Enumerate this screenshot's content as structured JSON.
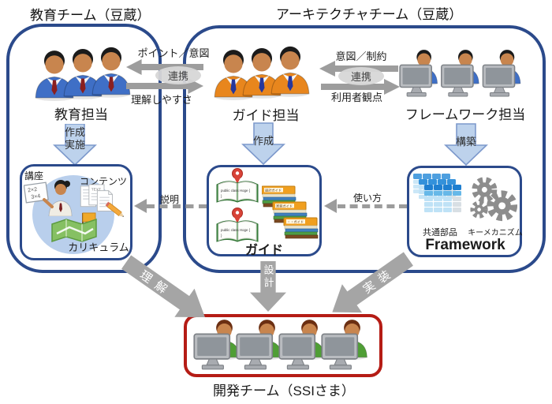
{
  "education_team": {
    "title": "教育チーム（豆蔵）",
    "role_label": "教育担当",
    "down_arrow": {
      "line1": "作成",
      "line2": "実施"
    },
    "content_box": {
      "lecture_label": "講座",
      "contents_label": "コンテンツ",
      "curriculum_label": "カリキュラム",
      "board_line1": "2×2",
      "board_line2": "3×4",
      "doc_header": "TEXT"
    }
  },
  "architecture_team": {
    "title": "アーキテクチャチーム（豆蔵）",
    "guide_role_label": "ガイド担当",
    "framework_role_label": "フレームワーク担当",
    "guide_down_arrow": "作成",
    "framework_down_arrow": "構築",
    "guide_box": {
      "label": "ガイド",
      "code_line1": "public class Hoge {",
      "code_line2": "}",
      "book_labels": [
        "設計ガイド",
        "実装ガイド",
        "・・ガイド"
      ]
    },
    "framework_box": {
      "label": "Framework",
      "common_parts_label": "共通部品",
      "key_mechanism_label": "キーメカニズム"
    }
  },
  "exchange_left": {
    "top": "ポイント／意図",
    "middle": "連携",
    "bottom": "理解しやすさ"
  },
  "exchange_right": {
    "top": "意図／制約",
    "middle": "連携",
    "bottom": "利用者観点"
  },
  "dashed_arrows": {
    "explain": "説明",
    "usage": "使い方"
  },
  "flow_arrows": {
    "understand": "理解",
    "design": "設計",
    "implement": "実装"
  },
  "dev_team": {
    "label": "開発チーム（SSIさま）"
  }
}
